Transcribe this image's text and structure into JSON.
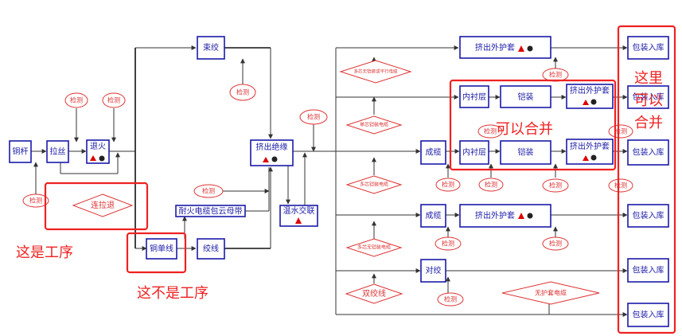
{
  "boxes": {
    "tonggan": "铜杆",
    "lasi": "拉丝",
    "tuihuo": "退火",
    "shujiao": "束绞",
    "jichu_jueyuan": "挤出绝缘",
    "naihuo": "耐火电缆包云母带",
    "tongdanxian": "铜单线",
    "jiaoxian": "绞线",
    "wenshui": "温水交联",
    "jichu_1": "挤出外护套",
    "neichen_1": "内衬层",
    "kaizhuang_1": "铠装",
    "jichu_2": "挤出外护套",
    "neichen_2": "内衬层",
    "kaizhuang_2": "铠装",
    "jichu_3": "挤出外护套",
    "chenglan_1": "成缆",
    "chenglan_2": "成缆",
    "jichu_4": "挤出外护套",
    "duijiao": "对绞",
    "baozhuang": "包装入库"
  },
  "ellipses": {
    "jiance": "检测"
  },
  "diamonds": {
    "lianlatui": "连拉退",
    "d1": "多芯无铠装或平行电缆",
    "d2": "单芯铠装电缆",
    "d3": "多芯铠装电缆",
    "d4": "多芯无铠装电缆",
    "shuangjiaoxian": "双绞线",
    "wuhutao": "无护套电缆"
  },
  "notes": {
    "shi_gongxu": "这是工序",
    "bushi_gongxu": "这不是工序",
    "keyi_hebing": "可以合并",
    "zheli_1": "这里",
    "zheli_2": "可以",
    "zheli_3": "合并"
  },
  "colors": {
    "box_stroke": "#1a1aa8",
    "annotation": "#e22",
    "check": "#d33"
  }
}
